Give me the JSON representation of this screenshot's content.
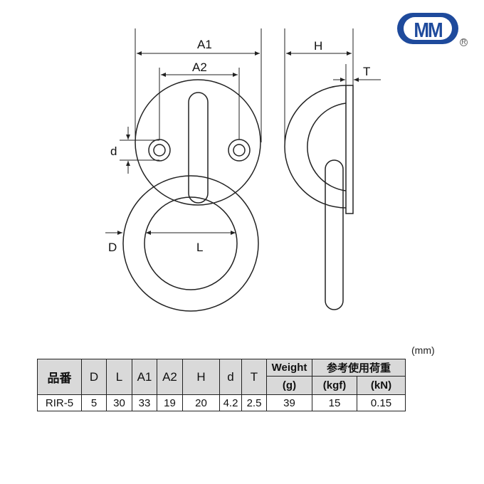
{
  "logo": {
    "text": "MM",
    "registered": "R"
  },
  "drawing": {
    "labels": {
      "A1": "A1",
      "A2": "A2",
      "H": "H",
      "T": "T",
      "d": "d",
      "D": "D",
      "L": "L"
    }
  },
  "table": {
    "unit": "(mm)",
    "headers": {
      "part_no": "品番",
      "D": "D",
      "L": "L",
      "A1": "A1",
      "A2": "A2",
      "H": "H",
      "d": "d",
      "T": "T",
      "weight": "Weight",
      "weight_unit": "(g)",
      "load": "参考使用荷重",
      "load_kgf": "(kgf)",
      "load_kn": "(kN)"
    },
    "rows": [
      {
        "part_no": "RIR-5",
        "D": "5",
        "L": "30",
        "A1": "33",
        "A2": "19",
        "H": "20",
        "d": "4.2",
        "T": "2.5",
        "weight": "39",
        "kgf": "15",
        "kn": "0.15"
      }
    ]
  },
  "colors": {
    "logo": "#1e4a9c",
    "header_bg": "#d9d9d9"
  }
}
